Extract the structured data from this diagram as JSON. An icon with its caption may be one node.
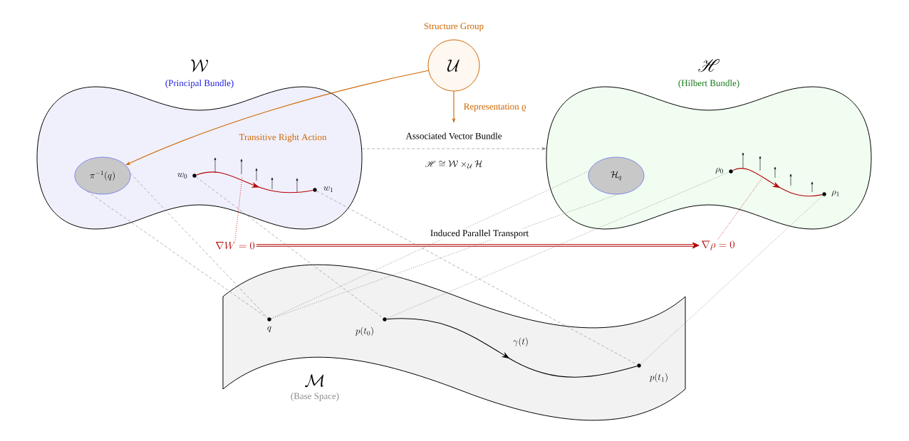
{
  "diagram": {
    "nodes": [
      {
        "text": [
          "\\mathcal{W}",
          "(Principal Bundle)"
        ]
      },
      {
        "text": [
          "\\pi^{-1}(q)"
        ],
        "in": 0
      },
      {
        "text": [
          "w_0"
        ],
        "in": 0
      },
      {
        "text": [
          "w_1"
        ],
        "in": 0
      },
      {
        "text": [
          "\\mathcal{U}"
        ],
        "beside": [
          "Structure Group"
        ]
      },
      {
        "text": [
          "\\mathscr{H}",
          "(Hilbert Bundle)"
        ]
      },
      {
        "text": [
          "\\mathcal{H}_q"
        ],
        "in": 5
      },
      {
        "text": [
          "\\rho_0"
        ],
        "in": 5
      },
      {
        "text": [
          "\\rho_1"
        ],
        "in": 5
      },
      {
        "text": [
          "\\mathcal{M}",
          "(Base Space)"
        ]
      },
      {
        "text": [
          "q"
        ],
        "in": 9
      },
      {
        "text": [
          "p(t_0)"
        ],
        "in": 9
      },
      {
        "text": [
          "p(t_1)"
        ],
        "in": 9
      },
      {
        "text": [
          "\\nabla W = 0"
        ]
      },
      {
        "text": [
          "\\nabla \\rho = 0"
        ]
      }
    ],
    "edges": [
      {
        "from": 0,
        "to": 5,
        "arrow": "to",
        "style": "dashed",
        "label": "Associated Vector Bundle"
      },
      {
        "from": 4,
        "to": 1,
        "arrow": "to",
        "color": "#cc6600",
        "label": "Transitive Right Action"
      },
      {
        "from": 4,
        "to": null,
        "arrow": "to",
        "color": "#cc6600",
        "label": "Representation ϱ"
      },
      {
        "from": 2,
        "to": 3,
        "arrow": "to",
        "color": "#b30000"
      },
      {
        "from": 7,
        "to": 8,
        "arrow": "to",
        "color": "#b30000"
      },
      {
        "from": 11,
        "to": 12,
        "arrow": "to",
        "color": "#000000",
        "label": "\\gamma(t)"
      },
      {
        "from": 13,
        "to": 14,
        "arrow": "to",
        "style": "thick",
        "color": "#b30000",
        "label": "Induced Parallel Transport"
      },
      {
        "from": 1,
        "to": 10,
        "arrow": "none",
        "style": "dashed"
      },
      {
        "from": 1,
        "to": 10,
        "arrow": "none",
        "style": "dashed"
      },
      {
        "from": 2,
        "to": 11,
        "arrow": "none",
        "style": "dashed"
      },
      {
        "from": 3,
        "to": 12,
        "arrow": "none",
        "style": "dashed"
      },
      {
        "from": 10,
        "to": 6,
        "arrow": "none",
        "style": "dashed"
      },
      {
        "from": 10,
        "to": 6,
        "arrow": "none",
        "style": "dashed"
      },
      {
        "from": 11,
        "to": 7,
        "arrow": "none",
        "style": "dashed"
      },
      {
        "from": 12,
        "to": 8,
        "arrow": "none",
        "style": "dashed"
      },
      {
        "from": 13,
        "to": null,
        "arrow": "none",
        "style": "dashed",
        "color": "#cc0000"
      },
      {
        "from": 14,
        "to": null,
        "arrow": "none",
        "style": "dashed",
        "color": "#cc0000"
      }
    ],
    "labels": [
      "\\mathscr{H} \\cong \\mathcal{W} \\times_{\\mathcal{U}} \\mathcal{H}"
    ]
  }
}
